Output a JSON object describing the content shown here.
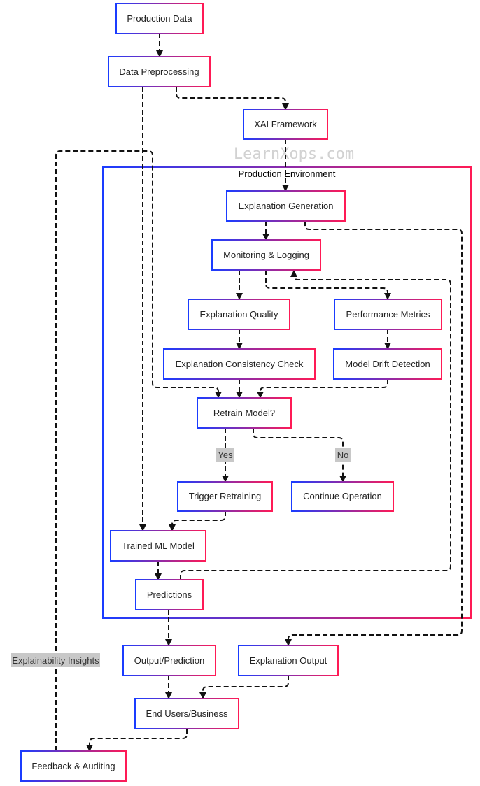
{
  "watermark": "LearnXops.com",
  "subgraph": {
    "title": "Production Environment"
  },
  "colors": {
    "border_start": "#1a3cff",
    "border_end": "#ff1a55",
    "edge": "#111111",
    "label_bg": "#c8c8c8"
  },
  "nodes": {
    "production_data": "Production Data",
    "data_preprocessing": "Data Preprocessing",
    "xai_framework": "XAI Framework",
    "explanation_generation": "Explanation Generation",
    "monitoring_logging": "Monitoring & Logging",
    "explanation_quality": "Explanation Quality",
    "performance_metrics": "Performance Metrics",
    "explanation_consistency": "Explanation Consistency Check",
    "model_drift": "Model Drift Detection",
    "retrain_model": "Retrain Model?",
    "trigger_retraining": "Trigger Retraining",
    "continue_operation": "Continue Operation",
    "trained_ml_model": "Trained ML Model",
    "predictions": "Predictions",
    "output_prediction": "Output/Prediction",
    "explanation_output": "Explanation Output",
    "end_users": "End Users/Business",
    "feedback_auditing": "Feedback & Auditing"
  },
  "edge_labels": {
    "yes": "Yes",
    "no": "No",
    "insights": "Explainability Insights"
  }
}
